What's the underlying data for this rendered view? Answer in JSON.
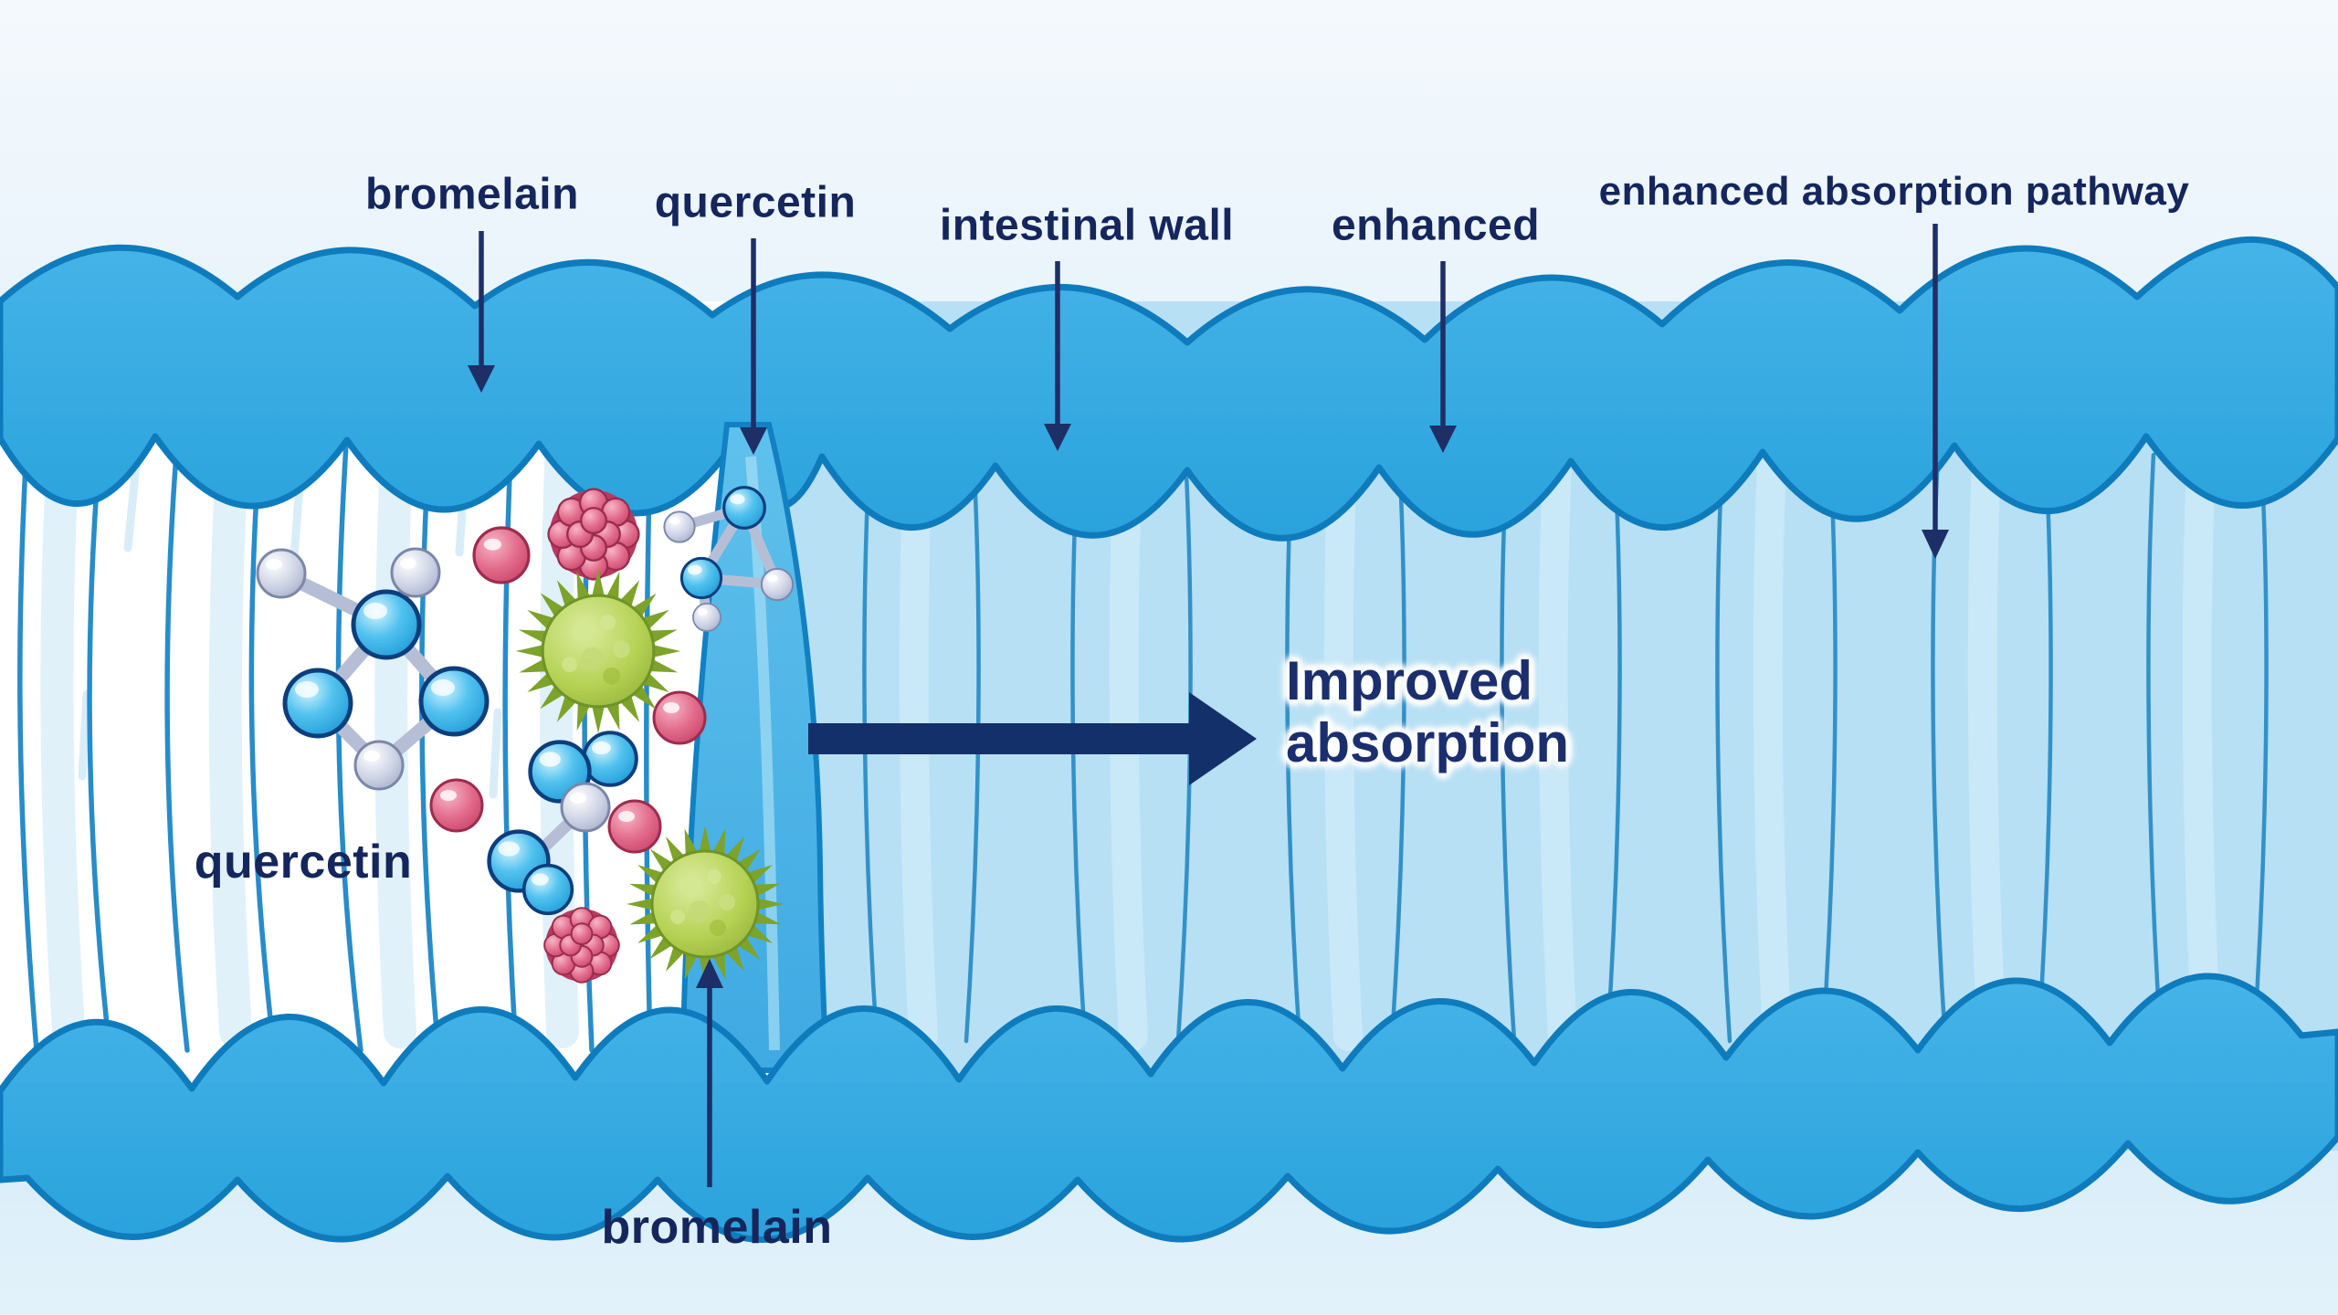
{
  "callouts": {
    "bromelain_top": "bromelain",
    "quercetin_top": "quercetin",
    "intestinal_wall": "intestinal wall",
    "enhanced": "enhanced",
    "enhanced_absorption_pathway": "enhanced absorption pathway",
    "quercetin_lumen": "quercetin",
    "bromelain_bottom": "bromelain"
  },
  "result": {
    "label": "Improved absorption"
  },
  "colors": {
    "background_sky": "#eef6fc",
    "intestinal_wall_fill": "#35abe3",
    "intestinal_wall_outline": "#0e7bbd",
    "lumen_left_background": "#ffffff",
    "lumen_right_background": "#b7e0f4",
    "villi_line": "#1d86c8",
    "pathway_channel": "#4cb6e9",
    "annotation_text": "#15265d",
    "arrow_navy": "#1b2f6e",
    "quercetin_sphere_blue": "#2db3e8",
    "linker_sphere_silver": "#c6cbe0",
    "nutrient_sphere_pink": "#d94f72",
    "raspberry_cluster_pink": "#c2416a",
    "bromelain_enzyme_green": "#a9c93f"
  },
  "icons": {
    "quercetin_molecule": "ball-and-stick-molecule",
    "bromelain_enzyme": "spiky-sphere",
    "nutrient_particle": "glossy-sphere",
    "polyphenol_cluster": "berry-cluster"
  }
}
